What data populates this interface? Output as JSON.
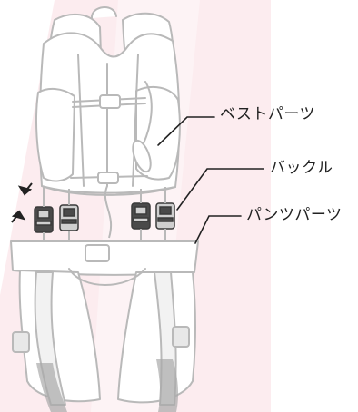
{
  "labels": {
    "vest": "ベストパーツ",
    "buckle": "バックル",
    "pants": "パンツパーツ"
  },
  "colors": {
    "background_stripe": "#fcecef",
    "outline": "#b9b9b9",
    "fill": "#ffffff",
    "buckle_dark": "#4a4a4a",
    "buckle_light": "#cfcfcf",
    "arrow": "#222222",
    "callout_line": "#222222",
    "label_text": "#222222"
  }
}
